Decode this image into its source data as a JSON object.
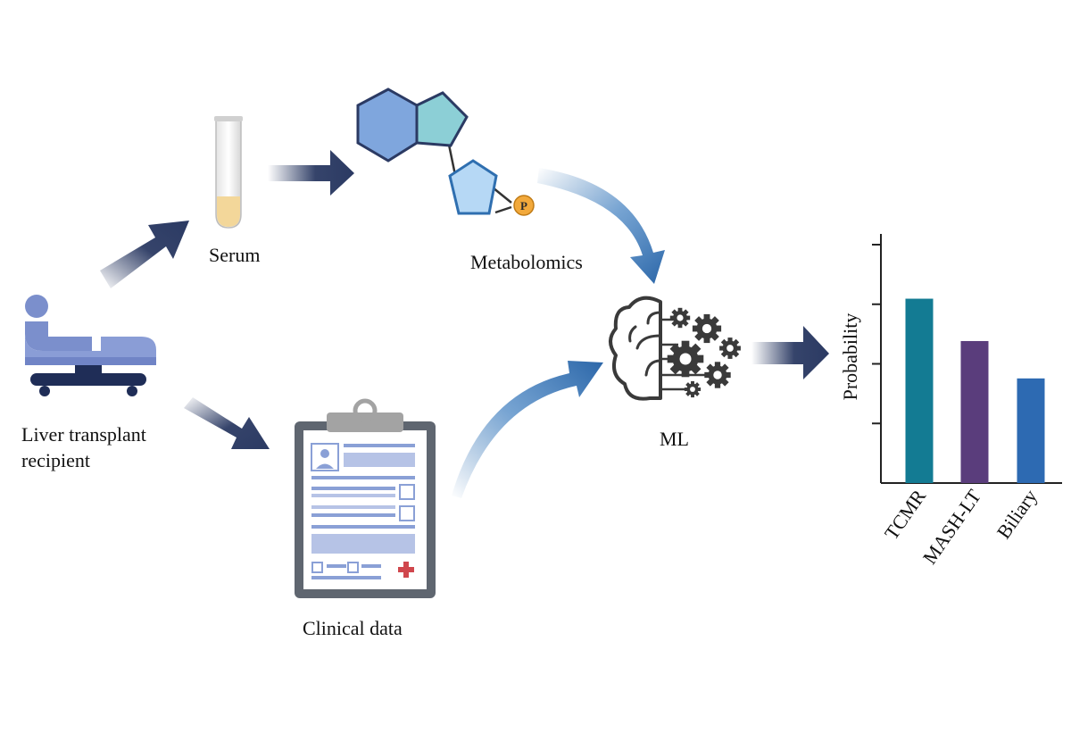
{
  "labels": {
    "recipient_line1": "Liver transplant",
    "recipient_line2": "recipient",
    "serum": "Serum",
    "metabolomics": "Metabolomics",
    "ml": "ML",
    "clinical": "Clinical data",
    "phosphate": "P"
  },
  "icons": [
    "patient-bed-icon",
    "test-tube-icon",
    "molecule-icon",
    "brain-gears-icon",
    "clipboard-icon"
  ],
  "colors": {
    "arrow_navy": "#2b3a63",
    "arrow_blue": "#2f6fb0",
    "patient": "#7b8fcc",
    "bed_dark": "#1f2d57",
    "hexagon": "#7fa6dd",
    "pentagon_teal": "#8ccfd6",
    "pentagon_light": "#b6d8f5",
    "phosphate": "#f2a93b",
    "serum": "#f3d79a",
    "bar_tcmr": "#137b93",
    "bar_mash": "#5a3d7c",
    "bar_biliary": "#2d6ab2"
  },
  "chart_data": {
    "type": "bar",
    "categories": [
      "TCMR",
      "MASH-LT",
      "Biliary"
    ],
    "values": [
      0.74,
      0.57,
      0.42
    ],
    "ylabel": "Probability",
    "ylim": [
      0,
      1
    ],
    "yticks": 4,
    "colors": [
      "#137b93",
      "#5a3d7c",
      "#2d6ab2"
    ]
  }
}
